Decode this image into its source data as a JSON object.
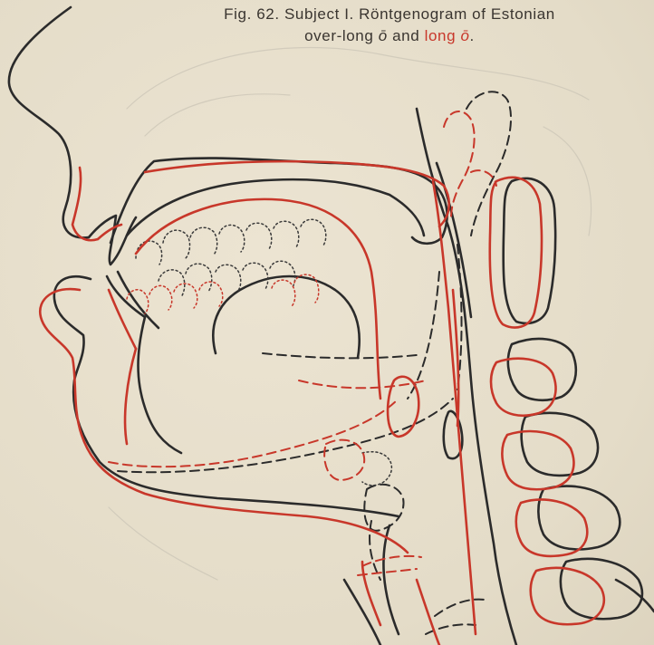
{
  "caption": {
    "line1": "Fig. 62. Subject I. Röntgenogram of Estonian",
    "line2_black": "over-long ",
    "line2_o1": "ō",
    "line2_and": " and ",
    "line2_red": "long ",
    "line2_o2": "ō",
    "line2_end": "."
  },
  "colors": {
    "overlong": "#2b2b2b",
    "long": "#c8372a",
    "background": "#e7dfcc"
  }
}
